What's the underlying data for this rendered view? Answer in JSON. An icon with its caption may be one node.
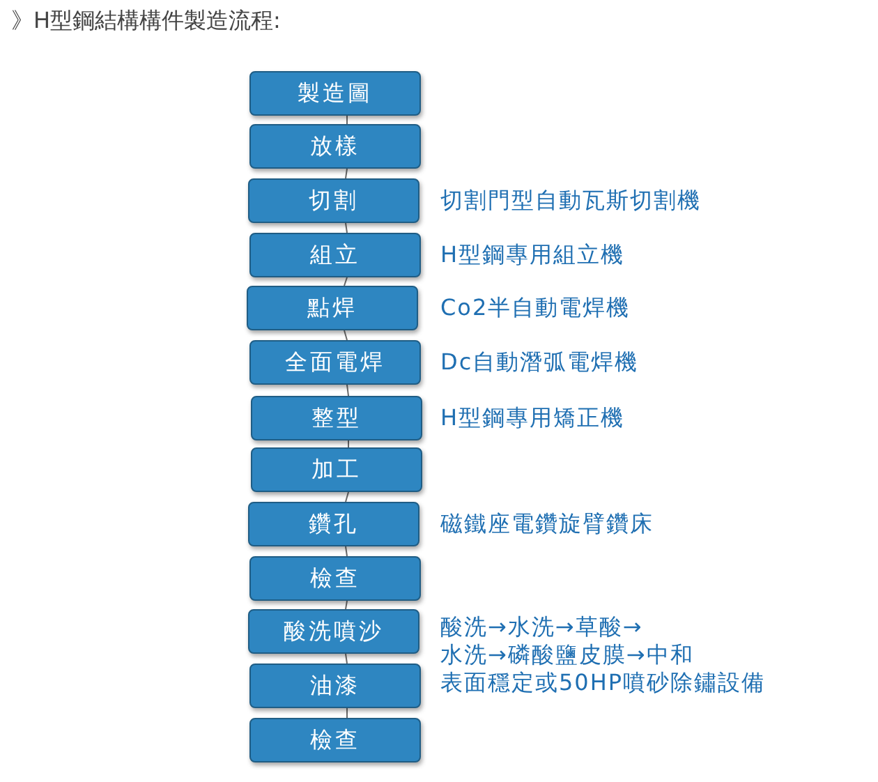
{
  "diagram": {
    "title": "》H型鋼結構構件製造流程:",
    "nodes": [
      {
        "text": [
          "製造圖"
        ]
      },
      {
        "text": [
          "放樣"
        ]
      },
      {
        "text": [
          "切割"
        ],
        "beside": [
          "切割門型自動瓦斯切割機"
        ]
      },
      {
        "text": [
          "組立"
        ],
        "beside": [
          "H型鋼專用組立機"
        ]
      },
      {
        "text": [
          "點焊"
        ],
        "beside": [
          "Co2半自動電焊機"
        ]
      },
      {
        "text": [
          "全面電焊"
        ],
        "beside": [
          "Dc自動潛弧電焊機"
        ]
      },
      {
        "text": [
          "整型"
        ],
        "beside": [
          "H型鋼專用矯正機"
        ]
      },
      {
        "text": [
          "加工"
        ]
      },
      {
        "text": [
          "鑽孔"
        ],
        "beside": [
          "磁鐵座電鑽旋臂鑽床"
        ]
      },
      {
        "text": [
          "檢查"
        ]
      },
      {
        "text": [
          "酸洗噴沙"
        ],
        "beside": [
          "酸洗→水洗→草酸→水洗→磷酸鹽皮膜→中和表面穩定或50HP噴砂除鏽設備"
        ]
      },
      {
        "text": [
          "油漆"
        ]
      },
      {
        "text": [
          "檢查"
        ]
      }
    ],
    "edges": [
      {
        "from": 0,
        "to": 1,
        "arrow": "none"
      },
      {
        "from": 1,
        "to": 2,
        "arrow": "none"
      },
      {
        "from": 2,
        "to": 3,
        "arrow": "none"
      },
      {
        "from": 3,
        "to": 4,
        "arrow": "none"
      },
      {
        "from": 4,
        "to": 5,
        "arrow": "none"
      },
      {
        "from": 5,
        "to": 6,
        "arrow": "none"
      },
      {
        "from": 6,
        "to": 7,
        "arrow": "none"
      },
      {
        "from": 7,
        "to": 8,
        "arrow": "none"
      },
      {
        "from": 8,
        "to": 9,
        "arrow": "none"
      },
      {
        "from": 9,
        "to": 10,
        "arrow": "none"
      },
      {
        "from": 10,
        "to": 11,
        "arrow": "none"
      },
      {
        "from": 11,
        "to": 12,
        "arrow": "none"
      }
    ]
  }
}
